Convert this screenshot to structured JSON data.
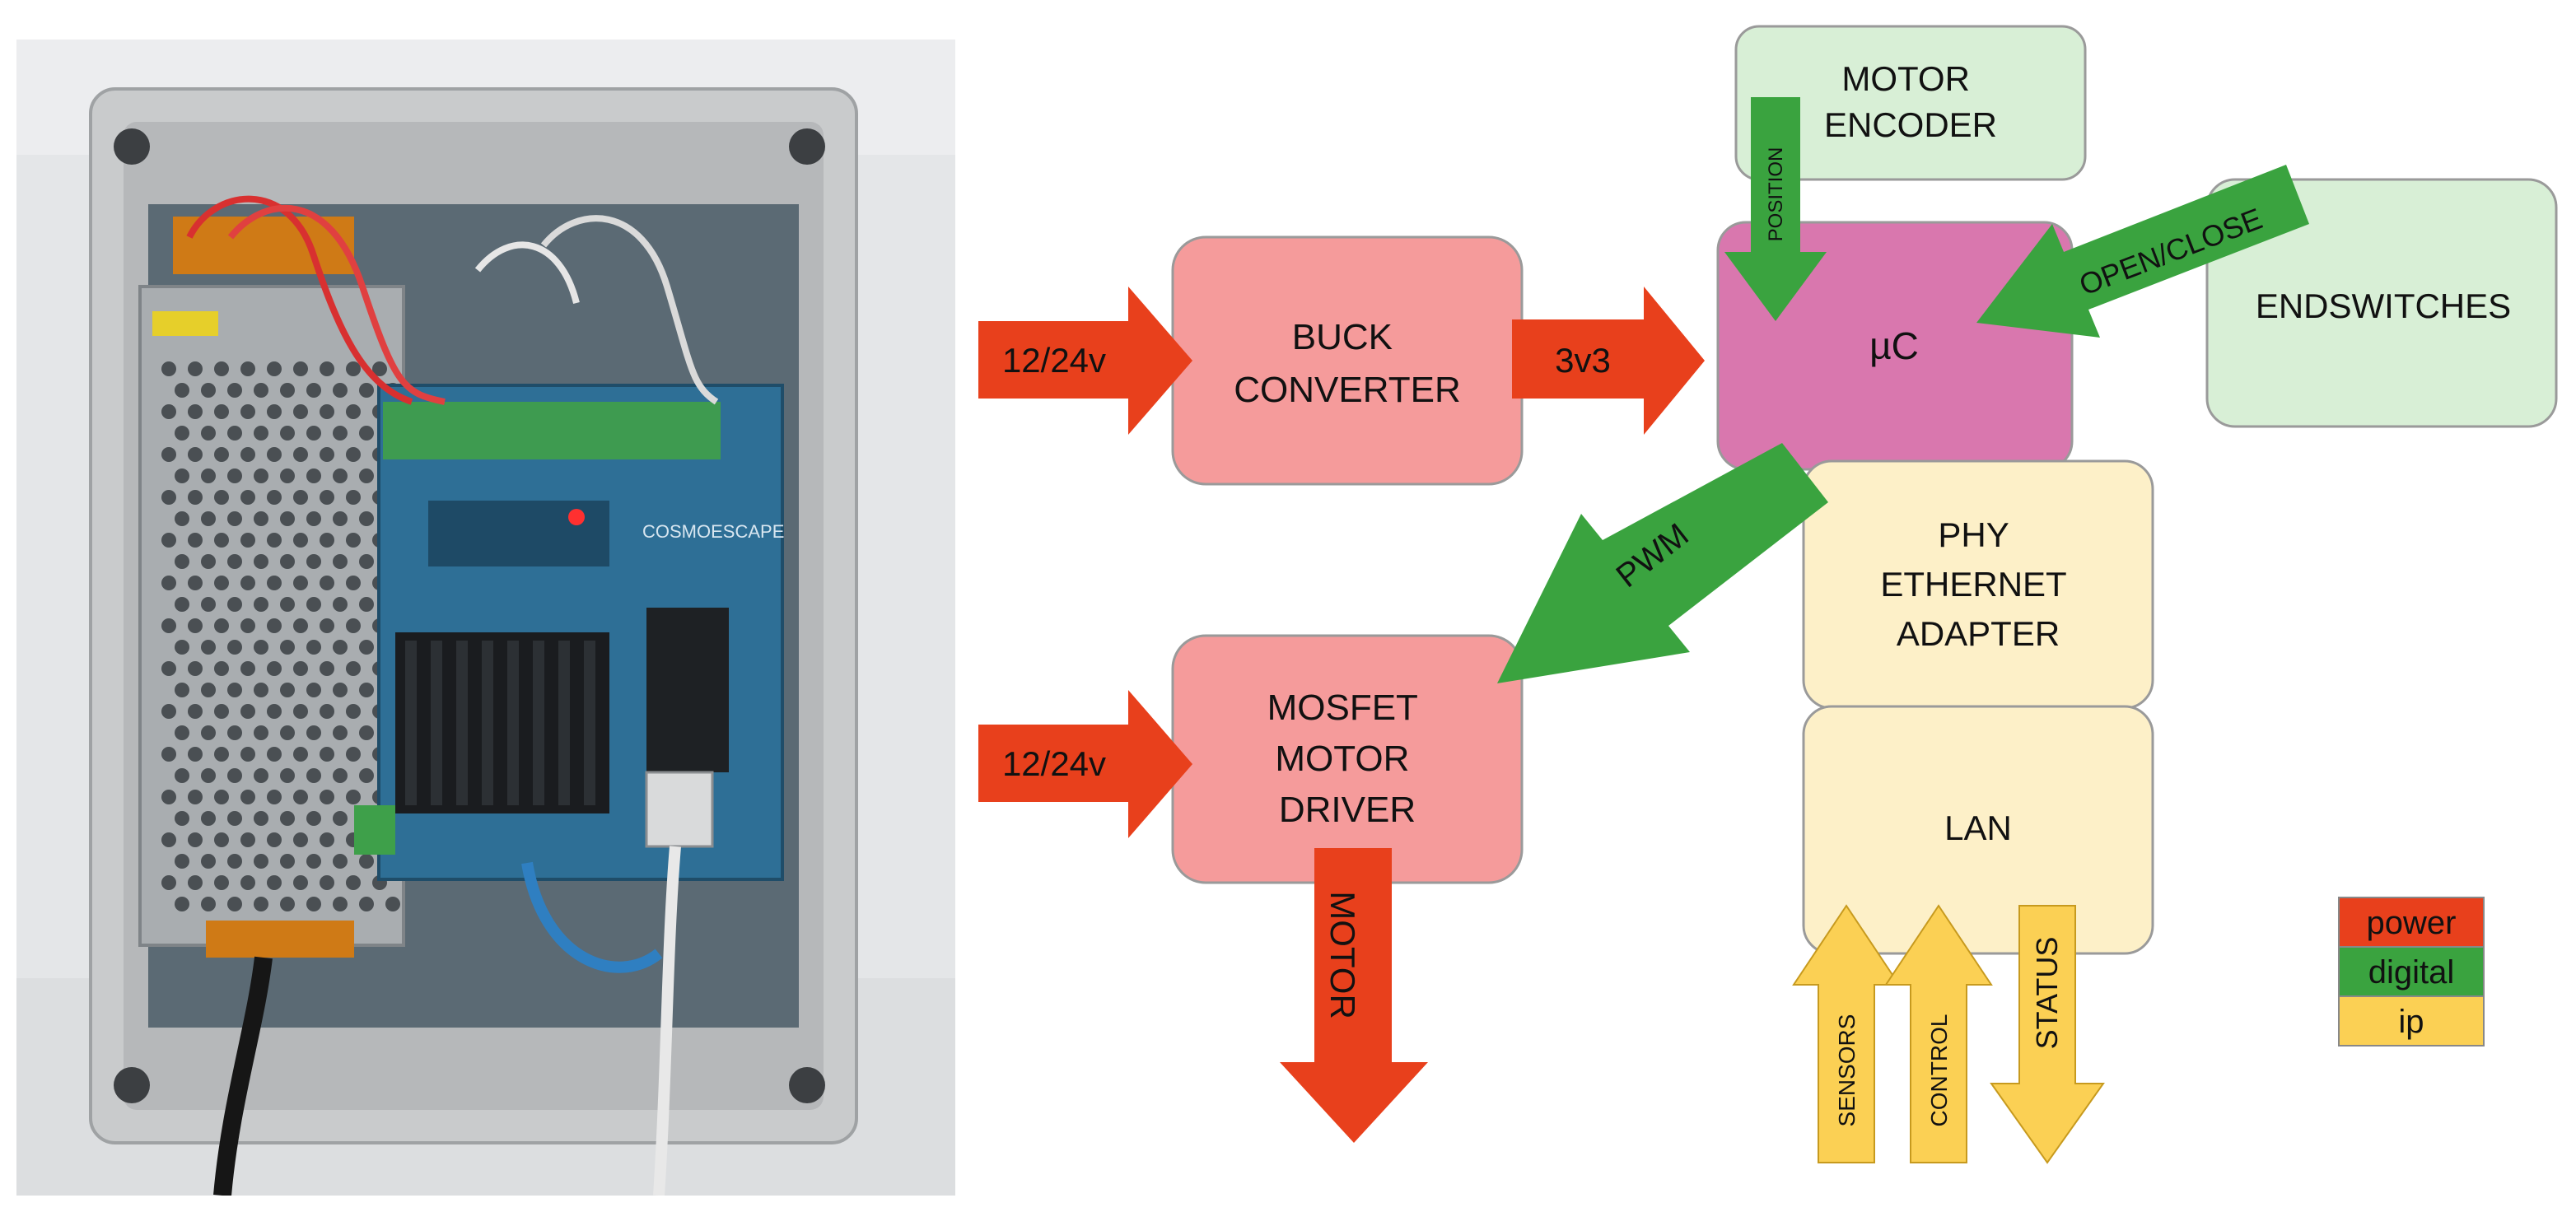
{
  "colors": {
    "power": "#e8401c",
    "digital": "#3aa33f",
    "ip": "#fbd054",
    "block_power": "#f59b9b",
    "block_mcu": "#d977ae",
    "block_peripheral": "#d8efd6",
    "block_network": "#fdf0c8"
  },
  "photo": {
    "subject": "Open electrical enclosure with power supply, control board, heatsink, Ethernet module and terminal blocks",
    "board_silkscreen": "COSMOESCAPE"
  },
  "blocks": {
    "buck": [
      "BUCK",
      "CONVERTER"
    ],
    "mcu": [
      "µC"
    ],
    "motor_encoder": [
      "MOTOR",
      "ENCODER"
    ],
    "endswitches": [
      "ENDSWITCHES"
    ],
    "mosfet": [
      "MOSFET",
      "MOTOR",
      "DRIVER"
    ],
    "phy": [
      "PHY",
      "ETHERNET",
      "ADAPTER"
    ],
    "lan": [
      "LAN"
    ]
  },
  "arrows": {
    "power_in_buck": "12/24v",
    "buck_to_mcu": "3v3",
    "power_in_driver": "12/24v",
    "motor_out": "MOTOR",
    "encoder_position": "POSITION",
    "endswitch_signal": "OPEN/CLOSE",
    "pwm": "PWM",
    "sensors": "SENSORS",
    "control": "CONTROL",
    "status": "STATUS"
  },
  "legend": [
    "power",
    "digital",
    "ip"
  ]
}
